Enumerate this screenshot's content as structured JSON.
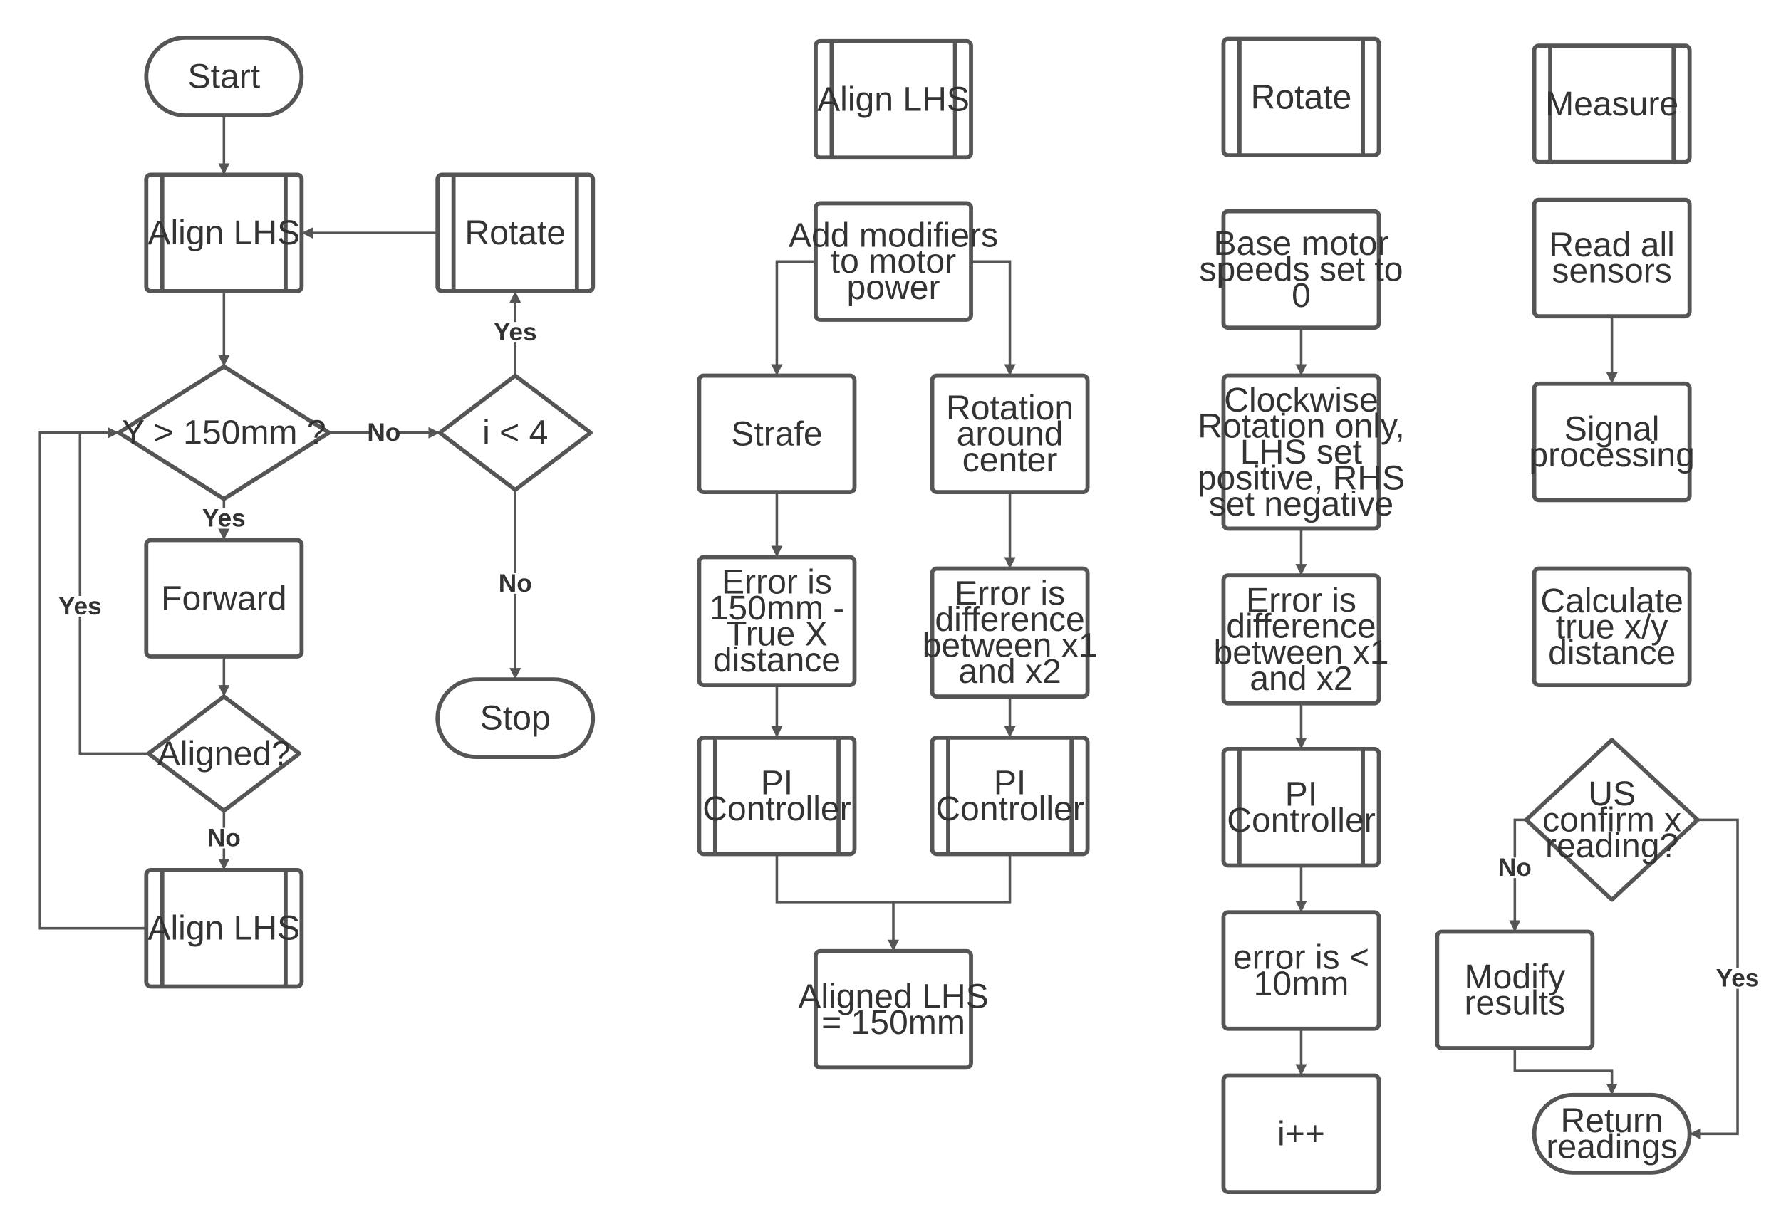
{
  "colors": {
    "stroke": "#555555",
    "text": "#333333",
    "background": "#ffffff"
  },
  "nodes": {
    "start": "Start",
    "align_lhs_main": "Align LHS",
    "rotate_main": "Rotate",
    "y_check": "Y > 150mm ?",
    "i_check": "i < 4",
    "forward": "Forward",
    "aligned_check": "Aligned?",
    "align_lhs_repeat": "Align LHS",
    "stop": "Stop",
    "align_title": "Align LHS",
    "add_modifiers": "Add modifiers\nto motor\npower",
    "strafe": "Strafe",
    "rotation_center": "Rotation\naround\ncenter",
    "error_x": "Error is\n150mm -\nTrue X\ndistance",
    "error_diff_align": "Error is\ndifference\nbetween x1\nand x2",
    "pi_strafe": "PI\nController",
    "pi_rotation": "PI\nController",
    "aligned_result": "Aligned LHS\n= 150mm",
    "rotate_title": "Rotate",
    "base_motor": "Base motor\nspeeds set to\n0",
    "clockwise": "Clockwise\nRotation only,\nLHS set\npositive, RHS\nset negative",
    "error_diff_rotate": "Error is\ndifference\nbetween x1\nand x2",
    "pi_rotate": "PI\nController",
    "error_threshold": "error is <\n10mm",
    "increment": "i++",
    "measure_title": "Measure",
    "read_sensors": "Read all\nsensors",
    "signal_processing": "Signal\nprocessing",
    "calculate_distance": "Calculate\ntrue x/y\ndistance",
    "us_confirm": "US\nconfirm x\nreading?",
    "modify_results": "Modify\nresults",
    "return_readings": "Return\nreadings"
  },
  "edge_labels": {
    "y_no": "No",
    "y_yes": "Yes",
    "i_yes": "Yes",
    "i_no": "No",
    "aligned_yes": "Yes",
    "aligned_no": "No",
    "us_no": "No",
    "us_yes": "Yes"
  }
}
